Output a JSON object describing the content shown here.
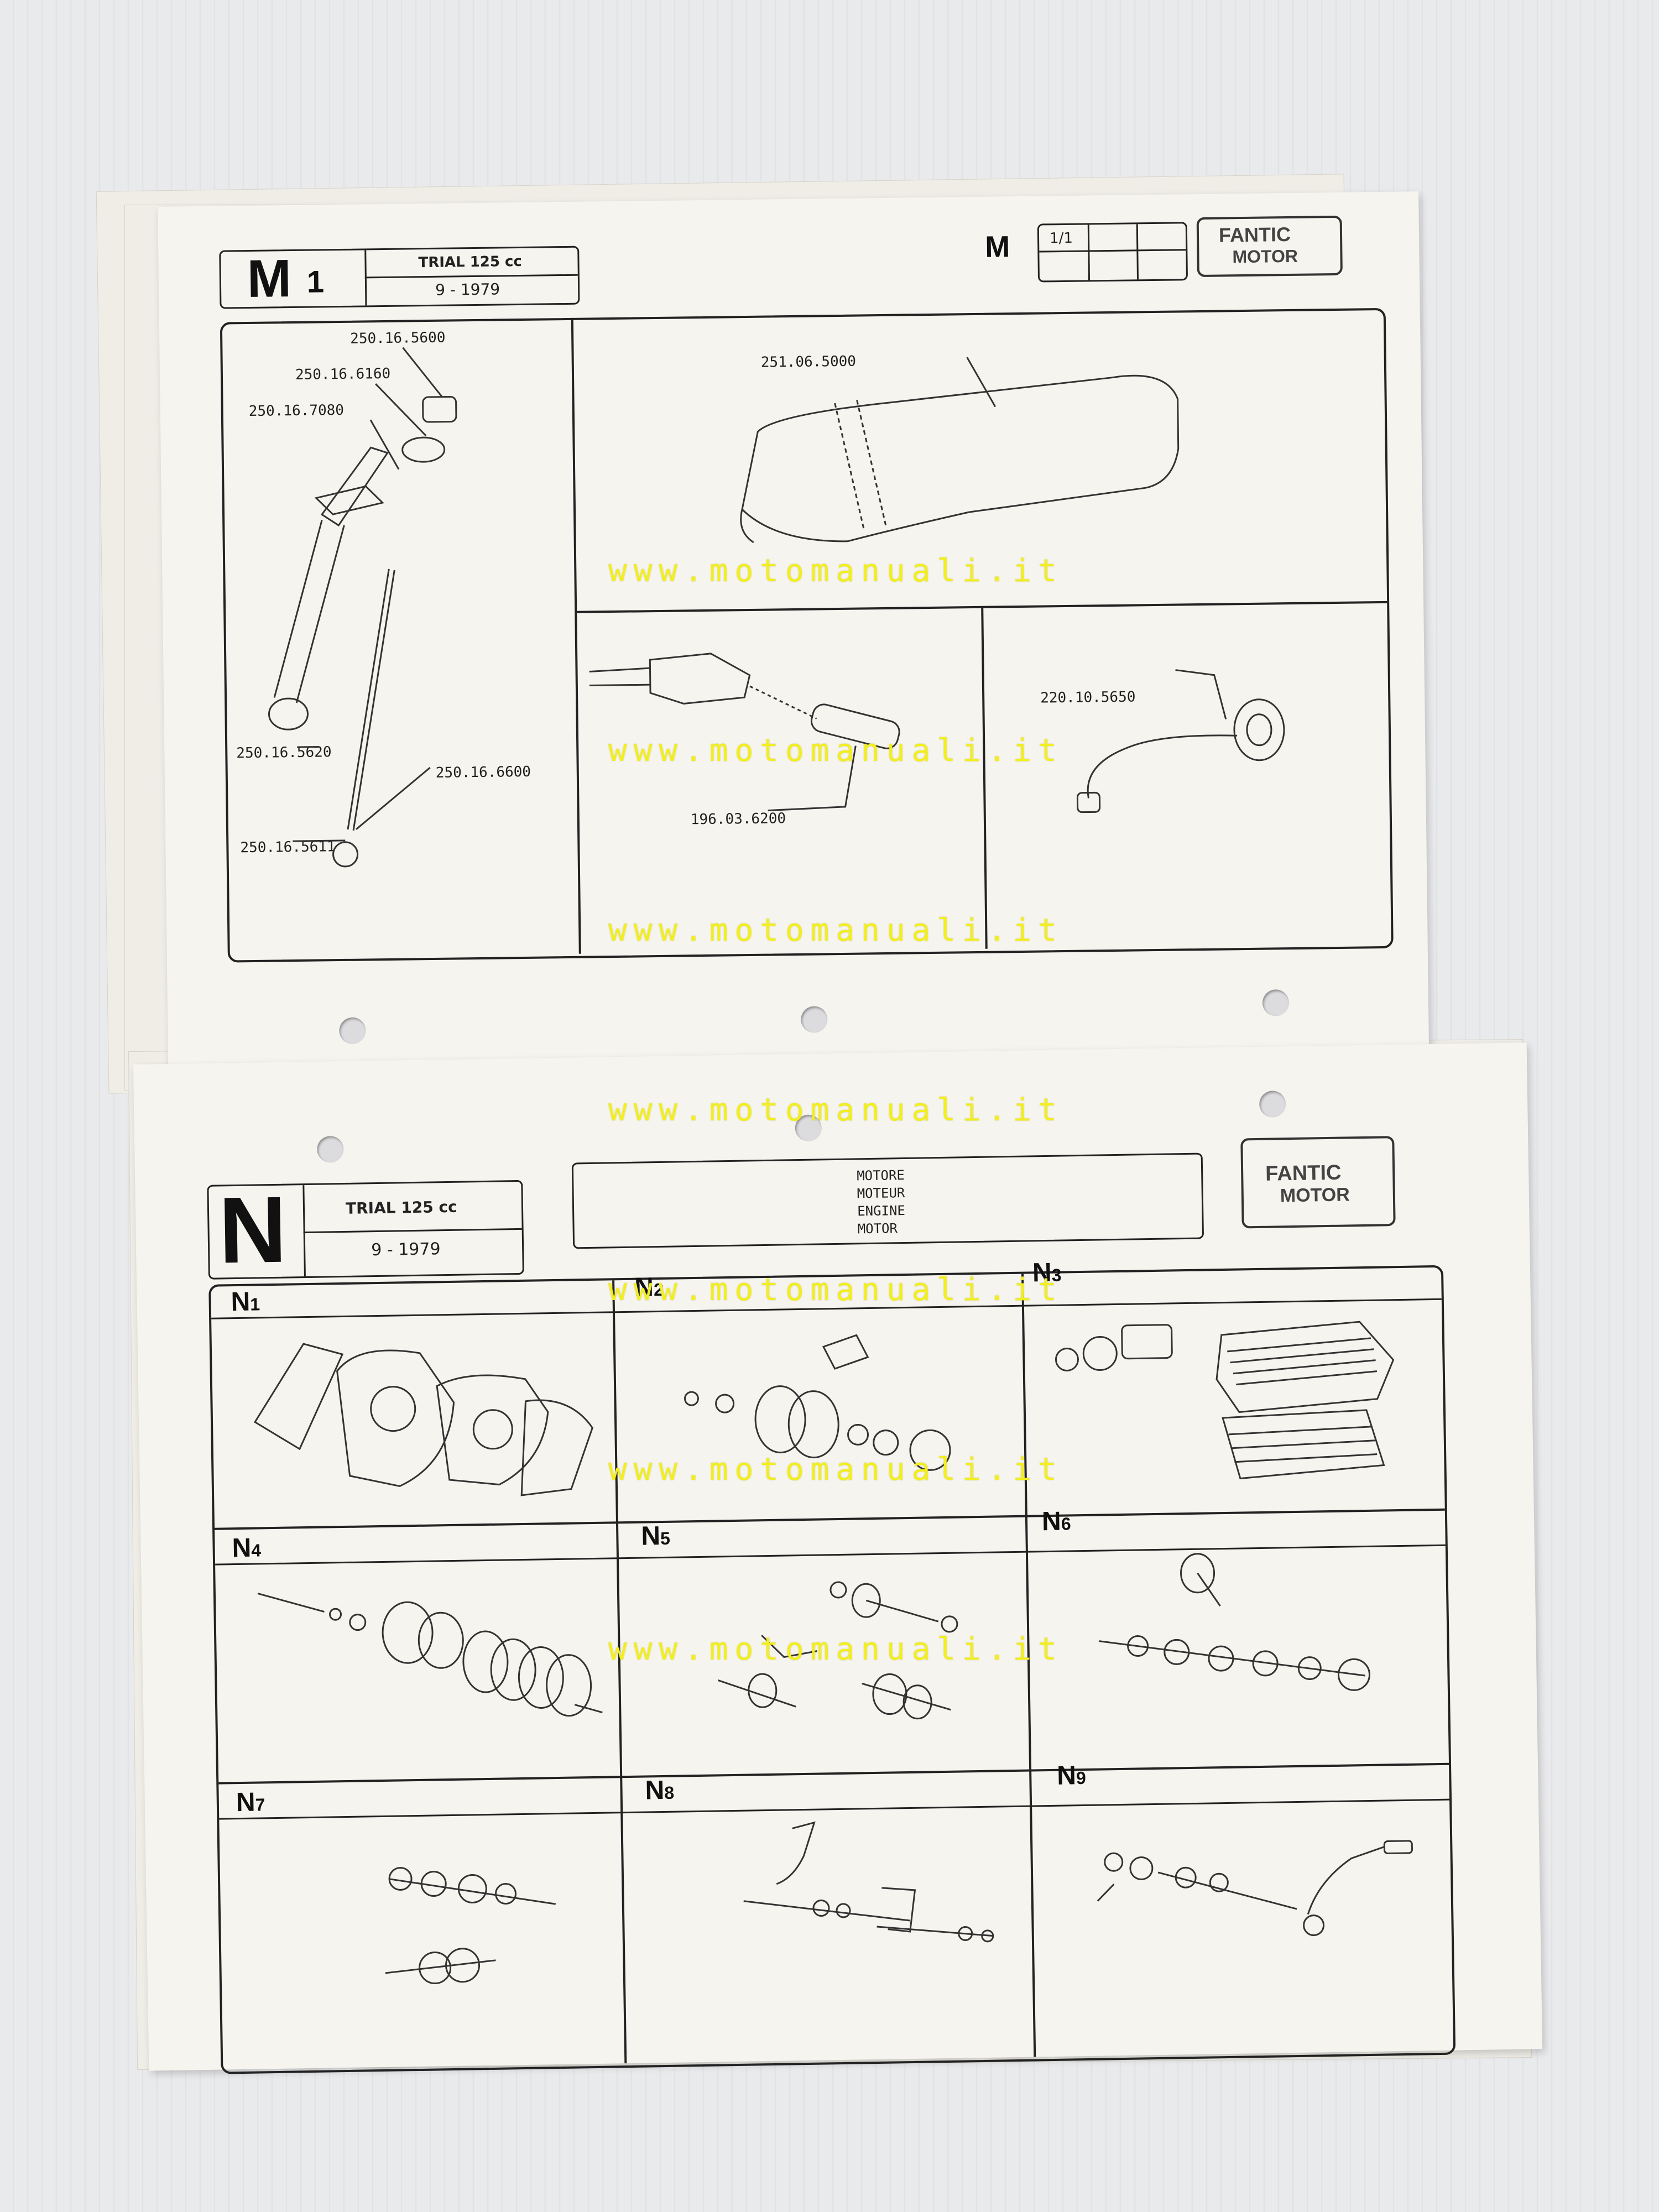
{
  "watermark": "www.motomanuali.it",
  "sheet_m": {
    "code_letter": "M",
    "code_number": "1",
    "model": "TRIAL 125 cc",
    "date": "9 - 1979",
    "section": "M",
    "page": "1/1",
    "logo_line1": "FANTIC",
    "logo_line2": "MOTOR",
    "parts": {
      "p1": "250.16.5600",
      "p2": "250.16.6160",
      "p3": "250.16.7080",
      "p4": "250.16.5620",
      "p5": "250.16.6600",
      "p6": "250.16.5611",
      "p7": "251.06.5000",
      "p8": "196.03.6200",
      "p9": "220.10.5650"
    }
  },
  "sheet_n": {
    "code_letter": "N",
    "model": "TRIAL 125 cc",
    "date": "9 - 1979",
    "title_lines": [
      "MOTORE",
      "MOTEUR",
      "ENGINE",
      "MOTOR"
    ],
    "logo_line1": "FANTIC",
    "logo_line2": "MOTOR",
    "sections": [
      {
        "letter": "N",
        "num": "1"
      },
      {
        "letter": "N",
        "num": "2"
      },
      {
        "letter": "N",
        "num": "3"
      },
      {
        "letter": "N",
        "num": "4"
      },
      {
        "letter": "N",
        "num": "5"
      },
      {
        "letter": "N",
        "num": "6"
      },
      {
        "letter": "N",
        "num": "7"
      },
      {
        "letter": "N",
        "num": "8"
      },
      {
        "letter": "N",
        "num": "9"
      }
    ]
  }
}
